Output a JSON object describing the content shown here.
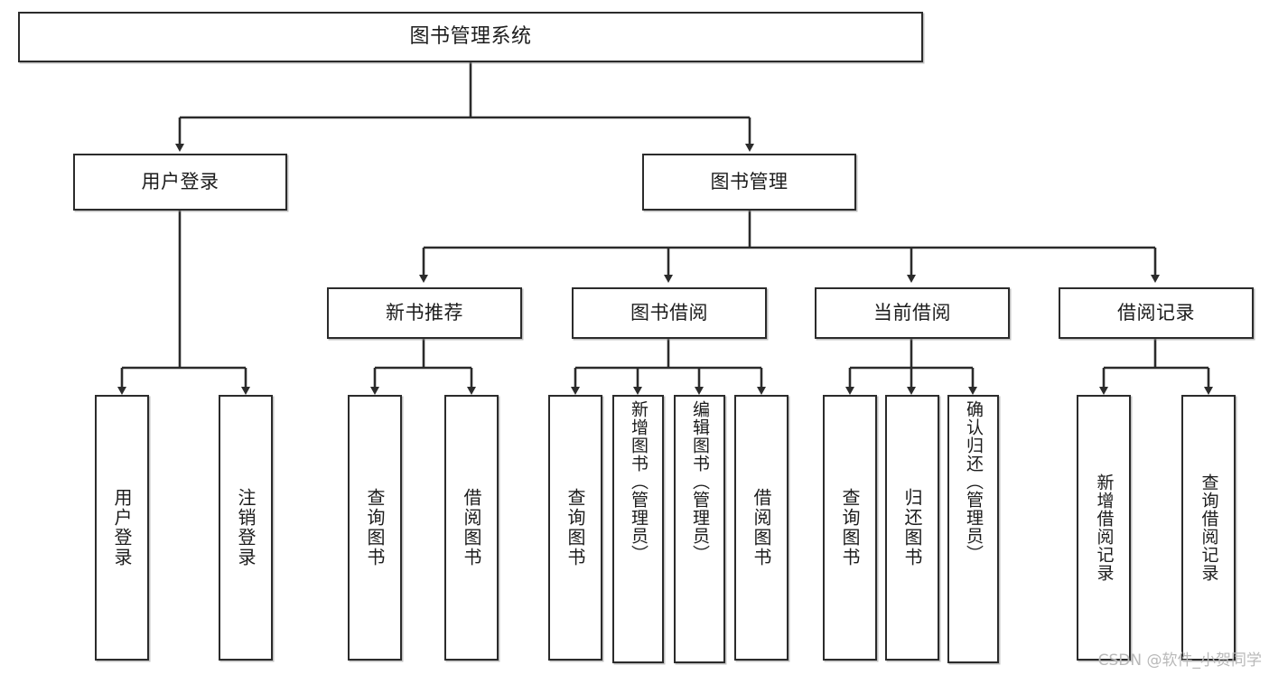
{
  "diagram": {
    "title_label": "图书管理系统",
    "watermark": "CSDN @软件_小贺同学",
    "colors": {
      "box_border": "#2b2b2b",
      "box_fill": "#ffffff",
      "edge": "#2b2b2b",
      "text": "#1c1c1c",
      "watermark": "#b9b9b9",
      "background": "#ffffff"
    },
    "level1": {
      "root": "图书管理系统"
    },
    "level2": [
      {
        "label": "用户登录"
      },
      {
        "label": "图书管理"
      }
    ],
    "level3": [
      {
        "label": "新书推荐"
      },
      {
        "label": "图书借阅"
      },
      {
        "label": "当前借阅"
      },
      {
        "label": "借阅记录"
      }
    ],
    "leaves": {
      "user_login": [
        {
          "label": "用户登录"
        },
        {
          "label": "注销登录"
        }
      ],
      "new_book_recommend": [
        {
          "label": "查询图书"
        },
        {
          "label": "借阅图书"
        }
      ],
      "book_borrow": [
        {
          "label": "查询图书"
        },
        {
          "label": "新增图书（管理员）"
        },
        {
          "label": "编辑图书（管理员）"
        },
        {
          "label": "借阅图书"
        }
      ],
      "current_borrow": [
        {
          "label": "查询图书"
        },
        {
          "label": "归还图书"
        },
        {
          "label": "确认归还（管理员）"
        }
      ],
      "borrow_record": [
        {
          "label": "新增借阅记录"
        },
        {
          "label": "查询借阅记录"
        }
      ]
    }
  }
}
